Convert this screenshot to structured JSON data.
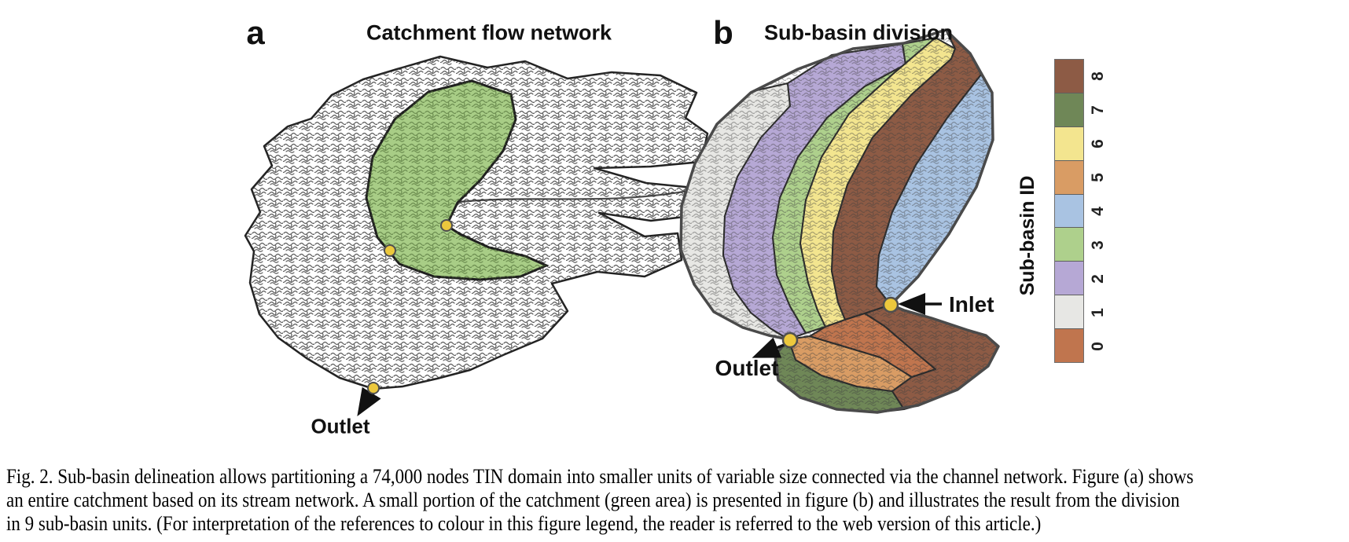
{
  "figure": {
    "panel_a": {
      "label": "a",
      "title": "Catchment flow network",
      "outlet_label": "Outlet",
      "green_area_color": "#a8cd86",
      "network_ink": "#3e3e3e"
    },
    "panel_b": {
      "label": "b",
      "title": "Sub-basin division",
      "inlet_label": "Inlet",
      "outlet_label": "Outlet"
    },
    "legend": {
      "title": "Sub-basin ID",
      "entries": [
        {
          "id": "0",
          "color": "#c0754e"
        },
        {
          "id": "1",
          "color": "#e7e7e4"
        },
        {
          "id": "2",
          "color": "#b6a8d5"
        },
        {
          "id": "3",
          "color": "#aed08c"
        },
        {
          "id": "4",
          "color": "#a9c3e2"
        },
        {
          "id": "5",
          "color": "#d99c64"
        },
        {
          "id": "6",
          "color": "#f3e58f"
        },
        {
          "id": "7",
          "color": "#6f8757"
        },
        {
          "id": "8",
          "color": "#8d5b45"
        }
      ]
    },
    "marker": {
      "fill": "#ecc83d",
      "stroke": "#4f4f4f"
    },
    "arrow_color": "#111111"
  },
  "caption": {
    "lines": [
      "Fig. 2.  Sub-basin delineation allows partitioning a 74,000 nodes TIN domain into smaller units of variable size connected via the channel network. Figure (a) shows",
      "an entire catchment based on its stream network. A small portion of the catchment (green area) is presented in figure (b) and illustrates the result from the division",
      "in 9 sub-basin units. (For interpretation of the references to colour in this figure legend, the reader is referred to the web version of this article.)"
    ]
  }
}
